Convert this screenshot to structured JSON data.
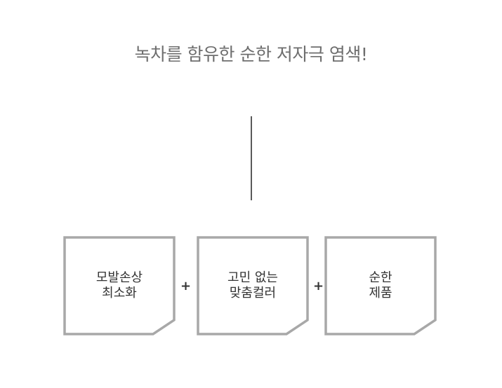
{
  "title": "녹차를 함유한 순한 저자극 염색!",
  "boxes": [
    {
      "line1": "모발손상",
      "line2": "최소화"
    },
    {
      "line1": "고민 없는",
      "line2": "맞춤컬러"
    },
    {
      "line1": "순한",
      "line2": "제품"
    }
  ],
  "operators": [
    "+",
    "+"
  ],
  "colors": {
    "border": "#a8a8a8",
    "title": "#6e6e6e",
    "text": "#333333"
  }
}
